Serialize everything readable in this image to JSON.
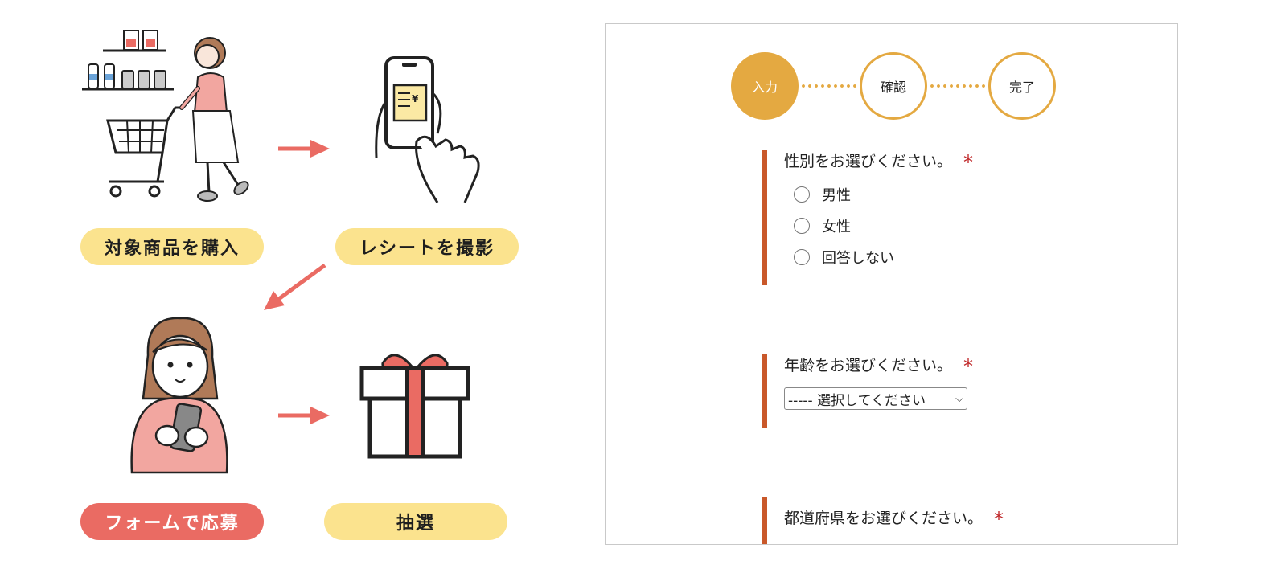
{
  "flow": {
    "steps": [
      {
        "label": "対象商品を購入",
        "style": "yellow"
      },
      {
        "label": "レシートを撮影",
        "style": "yellow"
      },
      {
        "label": "フォームで応募",
        "style": "red"
      },
      {
        "label": "抽選",
        "style": "yellow"
      }
    ],
    "receipt_symbol": "¥"
  },
  "progress": {
    "steps": [
      "入力",
      "確認",
      "完了"
    ],
    "active_index": 0
  },
  "form": {
    "gender": {
      "label": "性別をお選びください。",
      "required_mark": "*",
      "options": [
        "男性",
        "女性",
        "回答しない"
      ]
    },
    "age": {
      "label": "年齢をお選びください。",
      "required_mark": "*",
      "select_value": "----- 選択してください"
    },
    "prefecture": {
      "label": "都道府県をお選びください。",
      "required_mark": "*"
    }
  },
  "colors": {
    "pill_yellow": "#fbe38e",
    "pill_red": "#ea6b63",
    "arrow": "#ea6b63",
    "step_accent": "#e4a941",
    "field_bar": "#c9582a",
    "required": "#c0282a"
  }
}
